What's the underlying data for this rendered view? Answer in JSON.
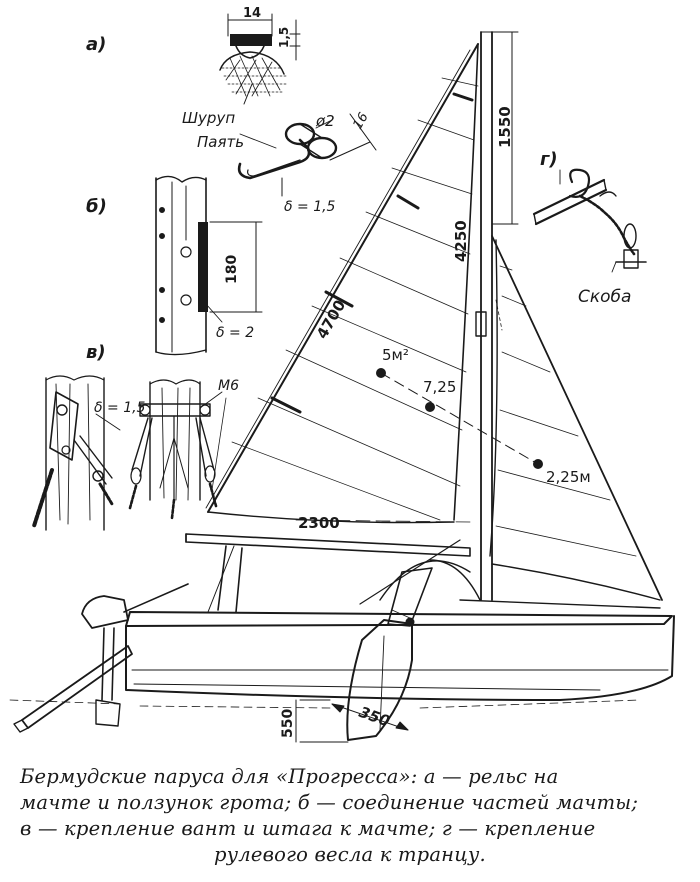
{
  "labels": {
    "detail_a": "а)",
    "detail_b": "б)",
    "detail_v": "в)",
    "detail_g": "г)",
    "dim_14": "14",
    "dim_1_5_top": "1,5",
    "shurup": "Шуруп",
    "payat": "Паять",
    "dia_2": "ø2",
    "dim_16": "16",
    "delta_1_5_a": "δ = 1,5",
    "dim_180": "180",
    "delta_2": "δ = 2",
    "m6": "М6",
    "delta_1_5_v": "δ = 1,5",
    "skoba": "Скоба",
    "dim_1550": "1550",
    "dim_4250": "4250",
    "dim_4700": "4700",
    "area_5": "5м²",
    "area_7_25": "7,25",
    "area_2_25": "2,25м",
    "dim_2300": "2300",
    "dim_550": "550",
    "dim_350": "350"
  },
  "caption": {
    "line1": "Бермудские паруса для «Прогресса»:  а — рельс  на",
    "line2": "мачте и ползунок грота; б — соединение  частей мачты;",
    "line3": "в — крепление  вант  и  штага  к  мачте;  г — крепление",
    "line4": "рулевого весла к транцу."
  }
}
